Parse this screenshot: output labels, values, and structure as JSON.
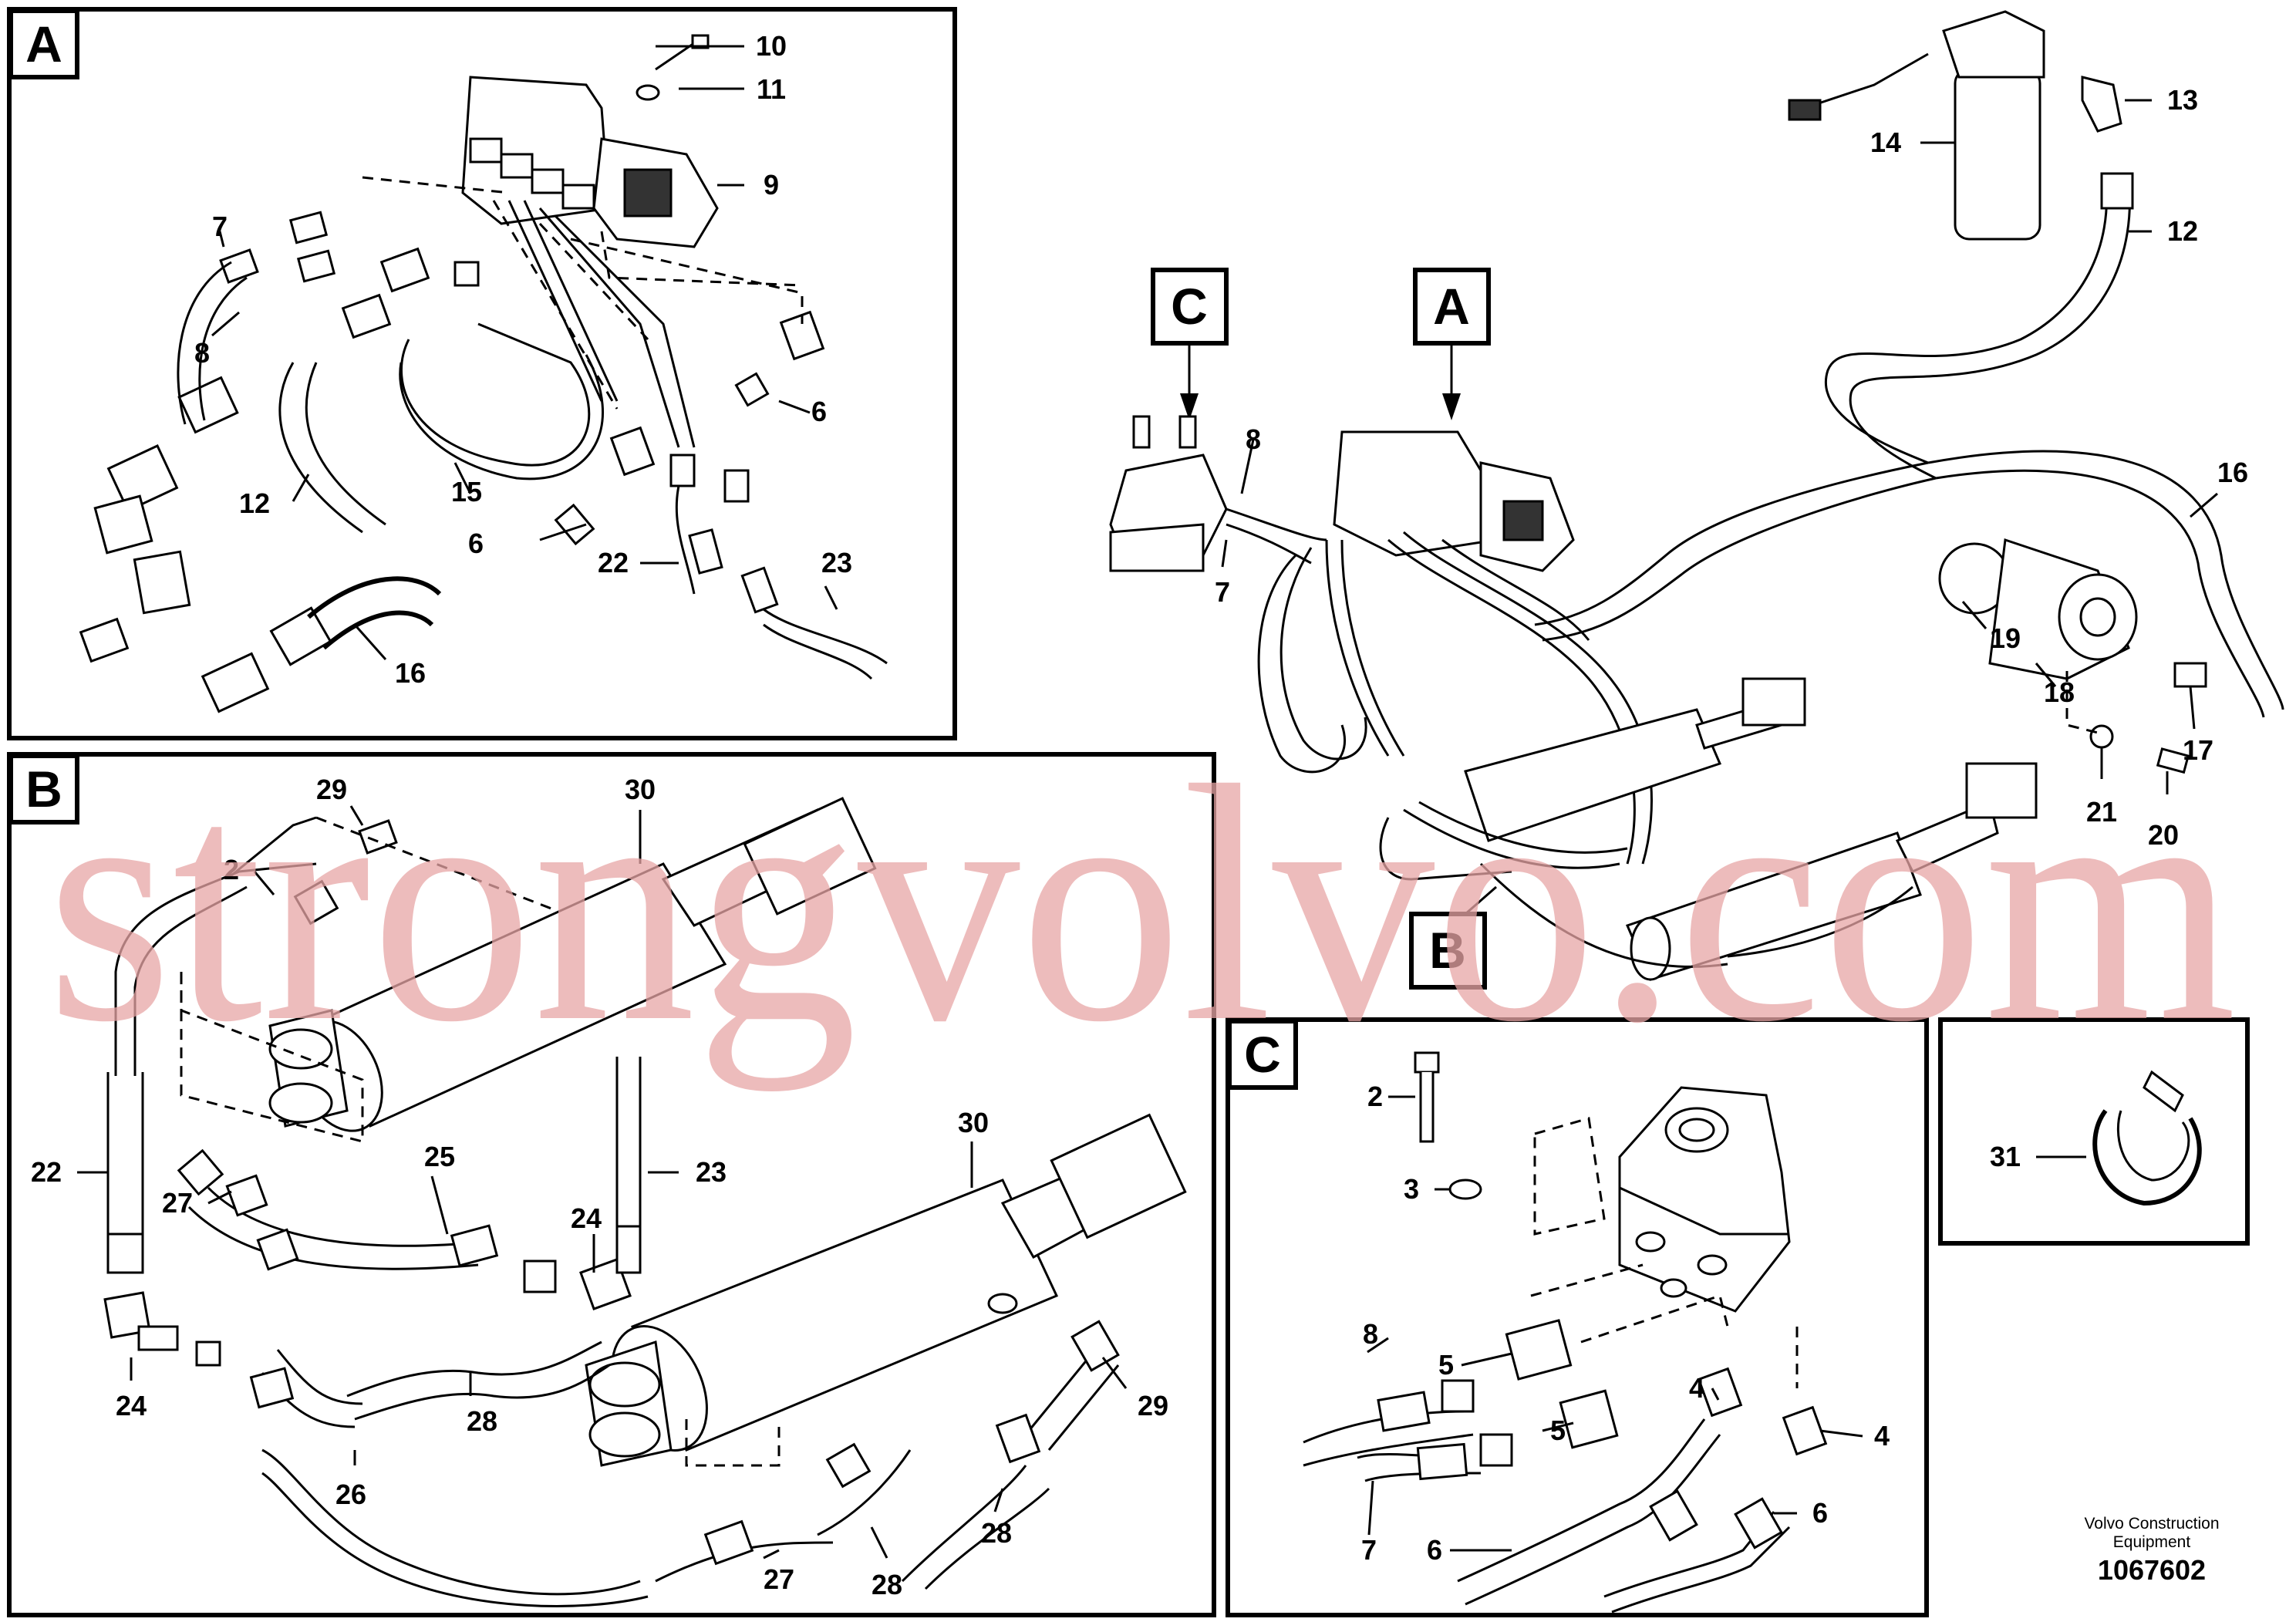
{
  "panels": {
    "a": {
      "letter": "A"
    },
    "b": {
      "letter": "B"
    },
    "c": {
      "letter": "C"
    }
  },
  "overview_tags": {
    "c": "C",
    "a": "A",
    "b": "B"
  },
  "callouts": {
    "a": [
      "10",
      "11",
      "9",
      "7",
      "8",
      "6",
      "12",
      "15",
      "6",
      "22",
      "23",
      "16"
    ],
    "b": [
      "29",
      "30",
      "2",
      "22",
      "25",
      "23",
      "27",
      "24",
      "30",
      "24",
      "28",
      "29",
      "26",
      "27",
      "28",
      "28"
    ],
    "c": [
      "2",
      "3",
      "8",
      "5",
      "4",
      "5",
      "4",
      "7",
      "6",
      "6"
    ],
    "detail": [
      "31"
    ],
    "overview": [
      "13",
      "14",
      "12",
      "8",
      "7",
      "16",
      "19",
      "18",
      "17",
      "21",
      "20"
    ]
  },
  "footer": {
    "company_line1": "Volvo Construction",
    "company_line2": "Equipment",
    "drawing_number": "1067602"
  },
  "watermark": "strongvolvo.com"
}
